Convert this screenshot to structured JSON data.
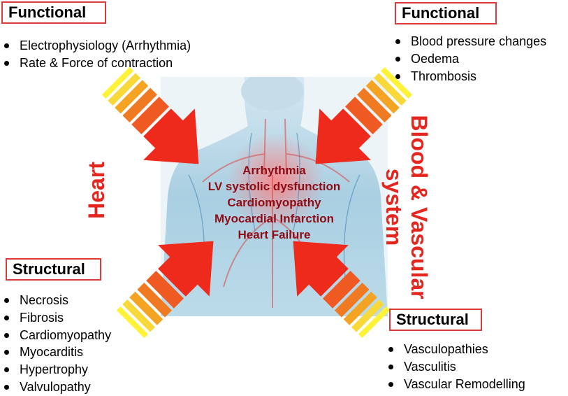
{
  "top_left": {
    "header": "Functional",
    "items": [
      "Electrophysiology (Arrhythmia)",
      "Rate & Force of contraction"
    ]
  },
  "top_right": {
    "header": "Functional",
    "items": [
      "Blood pressure changes",
      "Oedema",
      "Thrombosis"
    ]
  },
  "bottom_left": {
    "header": "Structural",
    "items": [
      "Necrosis",
      "Fibrosis",
      "Cardiomyopathy",
      "Myocarditis",
      "Hypertrophy",
      "Valvulopathy"
    ]
  },
  "bottom_right": {
    "header": "Structural",
    "items": [
      "Vasculopathies",
      "Vasculitis",
      "Vascular Remodelling"
    ]
  },
  "heart_label": "Heart",
  "vascular_label": [
    "Blood & Vascular",
    "system"
  ],
  "center_conditions": [
    "Arrhythmia",
    "LV systolic dysfunction",
    "Cardiomyopathy",
    "Myocardial Infarction",
    "Heart Failure"
  ],
  "colors": {
    "accent_red": "#e4261f",
    "center_text": "#8e0c15",
    "box_border": "#d93a3a",
    "torso_blue": "#a9cfe2",
    "stripe_yellow": "#fff33a",
    "stripe_orange": "#f5a323",
    "stripe_dark_orange": "#ef6a22"
  }
}
